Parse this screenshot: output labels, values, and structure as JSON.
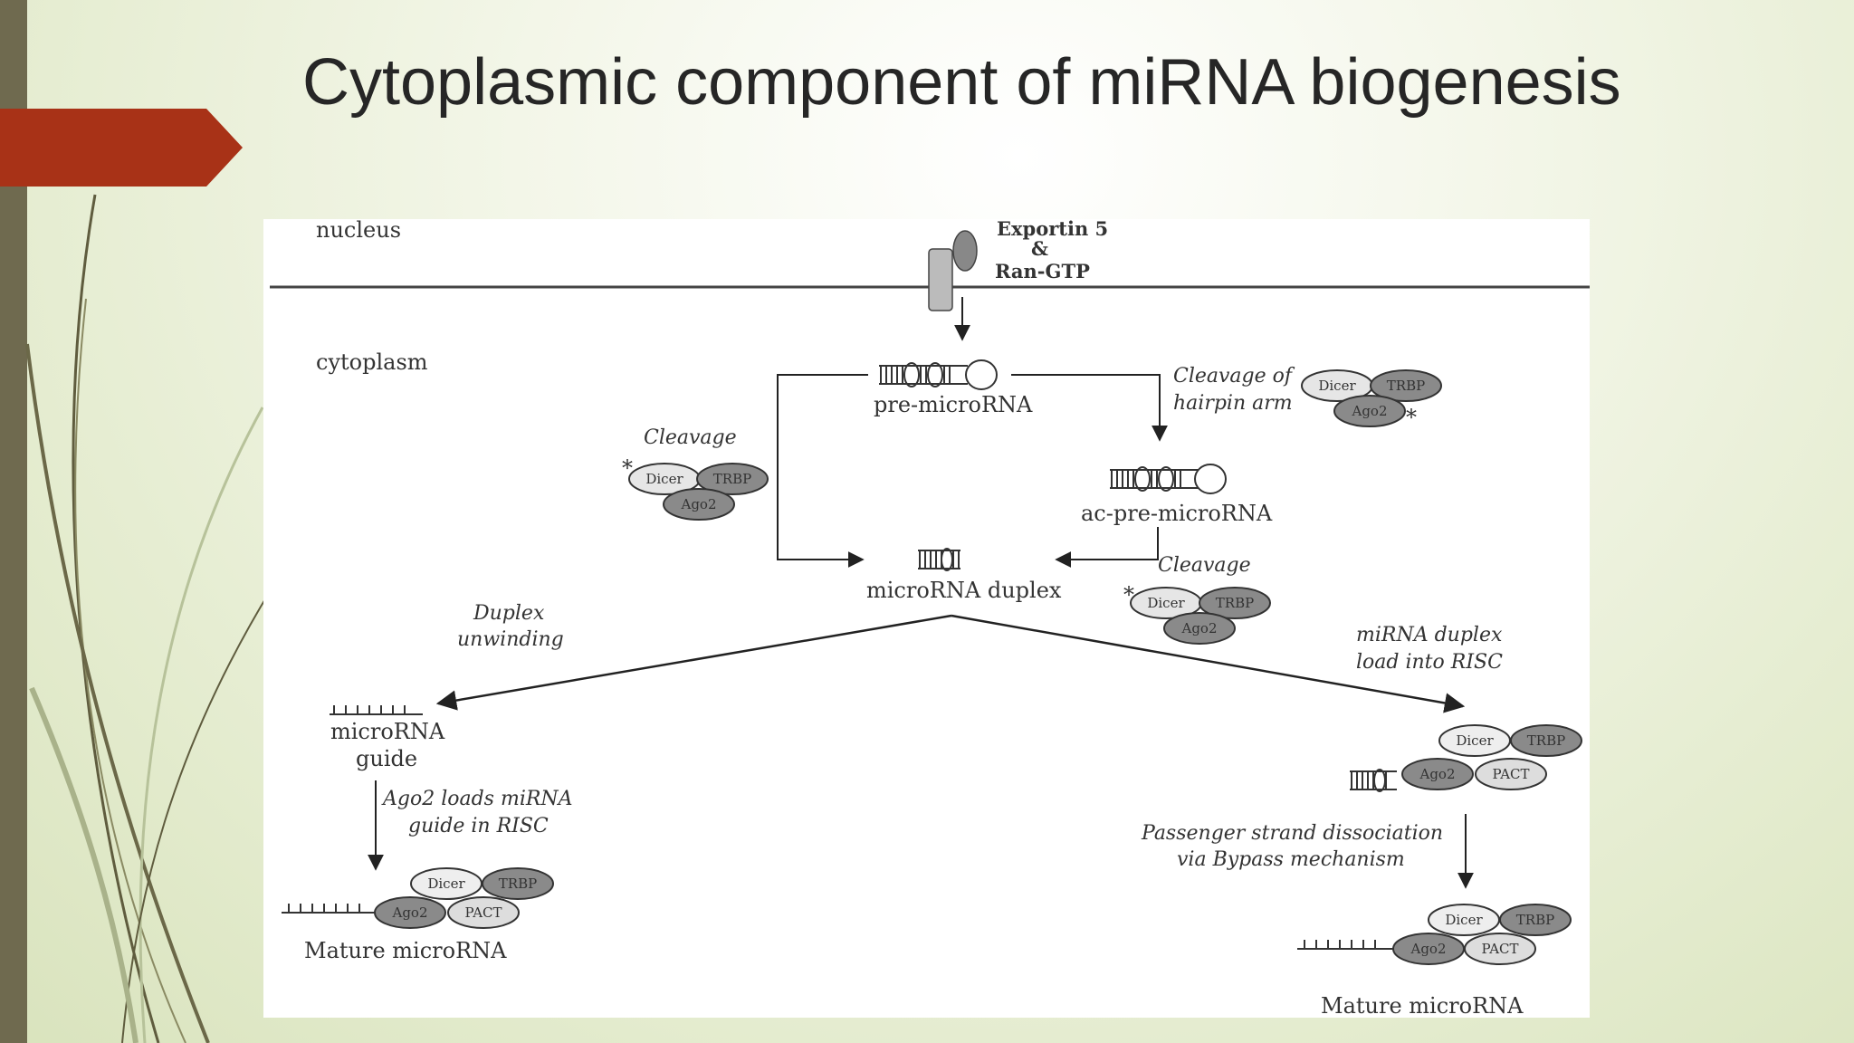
{
  "slide": {
    "title": "Cytoplasmic component of miRNA biogenesis"
  },
  "diagram": {
    "compartments": {
      "nucleus": "nucleus",
      "cytoplasm": "cytoplasm"
    },
    "exportin": {
      "line1": "Exportin 5",
      "line2": "&",
      "line3": "Ran-GTP"
    },
    "labels": {
      "pre_microrna": "pre-microRNA",
      "ac_pre_microrna": "ac-pre-microRNA",
      "microrna_duplex": "microRNA duplex",
      "cleavage_left": "Cleavage",
      "cleavage_right": "Cleavage",
      "cleavage_hairpin_1": "Cleavage of",
      "cleavage_hairpin_2": "hairpin arm",
      "duplex_unwinding_1": "Duplex",
      "duplex_unwinding_2": "unwinding",
      "duplex_load_1": "miRNA duplex",
      "duplex_load_2": "load into RISC",
      "guide_1": "microRNA",
      "guide_2": "guide",
      "ago2_loads_1": "Ago2 loads miRNA",
      "ago2_loads_2": "guide in RISC",
      "passenger_1": "Passenger strand dissociation",
      "passenger_2": "via Bypass mechanism",
      "mature_left": "Mature microRNA",
      "mature_right": "Mature microRNA",
      "asterisk": "*"
    },
    "proteins": {
      "dicer": "Dicer",
      "trbp": "TRBP",
      "ago2": "Ago2",
      "pact": "PACT"
    }
  }
}
